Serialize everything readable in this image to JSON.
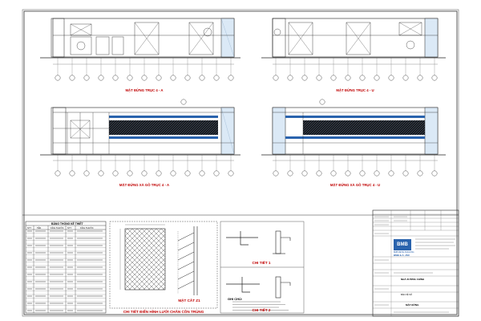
{
  "views": {
    "elev_4a": "MẶT ĐỨNG TRỤC 4 - A",
    "elev_4u": "MẶT ĐỨNG TRỤC 4 - U",
    "frame_4a": "MẶT ĐỨNG XÀ GỒ TRỤC 4 - A",
    "frame_4u": "MẶT ĐỨNG XÀ GỒ TRỤC 4 - U",
    "detail_1": "CHI TIẾT 1",
    "detail_2": "CHI TIẾT 2",
    "section_z1": "MẶT CẮT Z1",
    "detail_mesh": "CHI TIẾT ĐIỂN HÌNH LƯỚI CHẮN CÔN TRÙNG"
  },
  "schedule": {
    "title": "BẢNG THỐNG KÊ THIẾT",
    "headers": [
      "STT",
      "TÊN",
      "KÍCH THƯỚC",
      "STT",
      "KÍCH THƯỚC"
    ]
  },
  "notes": {
    "title": "GHI CHÚ:"
  },
  "title_block": {
    "company_logo": "BMB",
    "company_en": "BMB METAL BUILDING",
    "company_short": "BMB & A .JSC",
    "drawing_title": "MẶT ĐỨNG",
    "project": "NHÀ XƯỞNG CHÍNH",
    "sheet_label": "BẢN VẼ SỐ"
  }
}
